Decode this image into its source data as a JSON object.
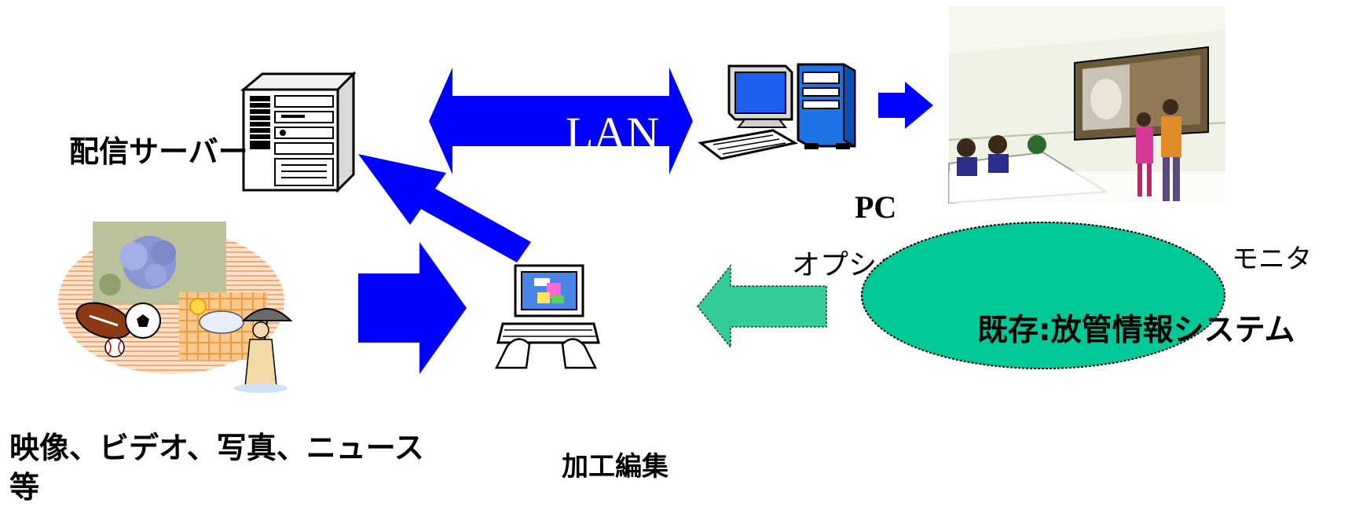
{
  "labels": {
    "server": "配信サーバー",
    "lan": "LAN",
    "pc": "PC",
    "option": "オプション",
    "sources": "映像、ビデオ、写真、ニュース等",
    "editing": "加工編集",
    "existing_system": "既存:放管情報システム",
    "partially_hidden": "モニタ"
  },
  "colors": {
    "arrow_blue": "#0000ff",
    "arrow_teal": "#33cc99",
    "ellipse_green": "#00c896",
    "peach": "#f7c7a0",
    "monitor_blue": "#1f5ff0"
  },
  "icons": [
    "server-tower-icon",
    "desktop-pc-icon",
    "laptop-keyboard-icon",
    "media-collage-icon",
    "display-hall-illustration"
  ]
}
